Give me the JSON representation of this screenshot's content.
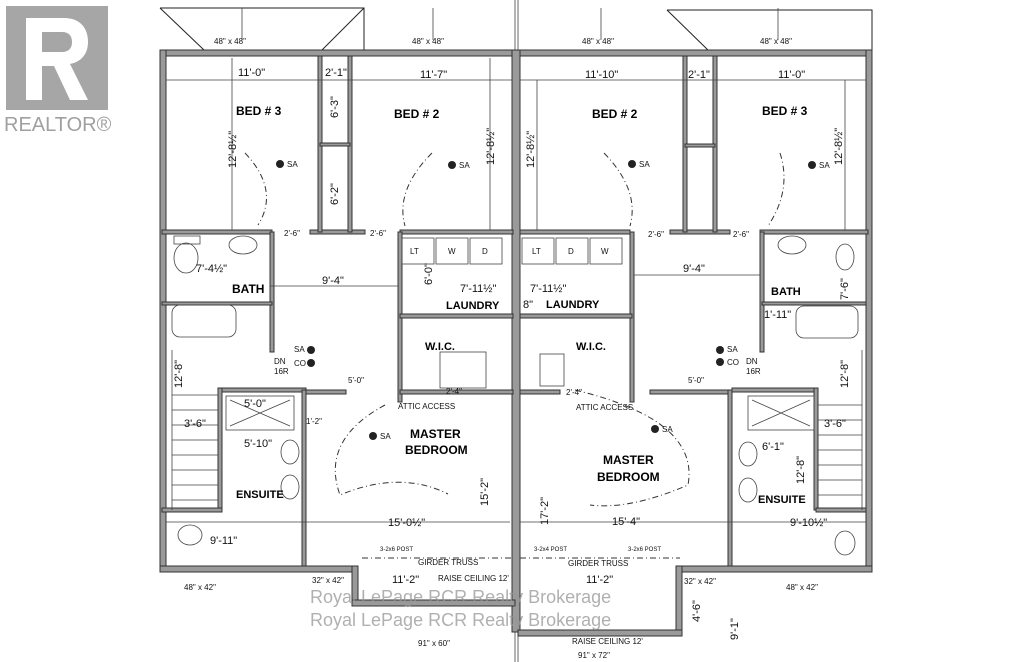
{
  "logo": {
    "text": "REALTOR®"
  },
  "watermark": [
    "Royal LePage RCR Realty Brokerage",
    "Royal LePage RCR Realty Brokerage"
  ],
  "left_unit": {
    "rooms": [
      "BED # 3",
      "BED # 2",
      "BATH",
      "LAUNDRY",
      "W.I.C.",
      "MASTER",
      "BEDROOM",
      "ENSUITE"
    ],
    "appliances": [
      "LT",
      "W",
      "D"
    ],
    "labels": [
      "48\" x 48\"",
      "48\" x 48\"",
      "11'-0\"",
      "2'-1\"",
      "11'-7\"",
      "12'-8½\"",
      "12'-8½\"",
      "2'-6\"",
      "2'-6\"",
      "7'-4½\"",
      "9'-4\"",
      "7'-11½\"",
      "5'-0\"",
      "2'-4\"",
      "5'-0\"",
      "5'-10\"",
      "1'-2\"",
      "15'-0½\"",
      "15'-2\"",
      "9'-11\"",
      "12'-8\"",
      "3'-6\"",
      "11'-2\"",
      "32\" x 42\"",
      "48\" x 42\"",
      "91\" x 60\"",
      "6'-3\"",
      "6'-2\"",
      "6'-0\""
    ],
    "small": [
      "SA",
      "SA",
      "SA",
      "CO",
      "SA",
      "DN",
      "16R",
      "ATTIC ACCESS",
      "3-2x6 POST",
      "GIRDER TRUSS",
      "RAISE CEILING 12'"
    ]
  },
  "right_unit": {
    "rooms": [
      "BED # 2",
      "BED # 3",
      "LAUNDRY",
      "BATH",
      "W.I.C.",
      "MASTER",
      "BEDROOM",
      "ENSUITE"
    ],
    "appliances": [
      "LT",
      "D",
      "W"
    ],
    "labels": [
      "48\" x 48\"",
      "48\" x 48\"",
      "11'-10\"",
      "2'-1\"",
      "11'-0\"",
      "12'-8½\"",
      "12'-8½\"",
      "2'-6\"",
      "2'-6\"",
      "9'-4\"",
      "7'-11½\"",
      "8\"",
      "7'-6\"",
      "1'-11\"",
      "5'-0\"",
      "2'-4\"",
      "15'-4\"",
      "17'-2\"",
      "6'-1\"",
      "12'-8\"",
      "9'-10½\"",
      "3'-6\"",
      "12'-8\"",
      "11'-2\"",
      "32\" x 42\"",
      "48\" x 42\"",
      "91\" x 72\"",
      "9'-1\"",
      "4'-6\""
    ],
    "small": [
      "SA",
      "SA",
      "SA",
      "CO",
      "SA",
      "DN",
      "16R",
      "ATTIC ACCESS",
      "3-2x4 POST",
      "3-2x6 POST",
      "GIRDER TRUSS",
      "RAISE CEILING 12'"
    ]
  }
}
